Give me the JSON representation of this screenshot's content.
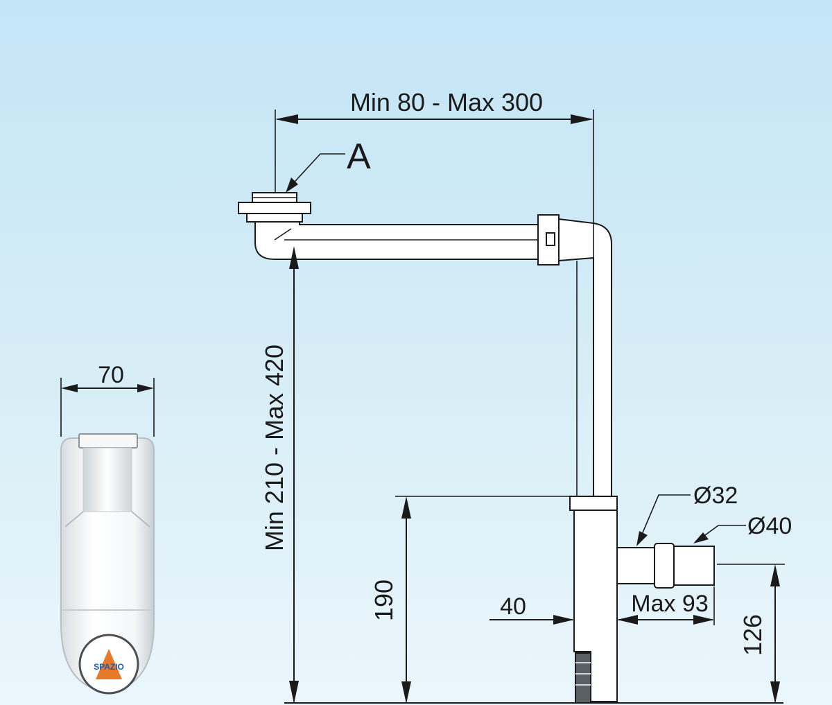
{
  "dimensions": {
    "top_width": "Min 80 - Max 300",
    "callout_a": "A",
    "height_range": "Min 210 - Max 420",
    "side_width": "70",
    "trap_height": "190",
    "offset": "40",
    "outlet_length": "Max 93",
    "diameter_small": "Ø32",
    "diameter_large": "Ø40",
    "outlet_height": "126"
  },
  "logo": {
    "text": "SPAZIO"
  },
  "colors": {
    "background_top": "#c3e5f6",
    "background_bottom": "#eaf6fb",
    "line": "#1a1a1a",
    "logo_orange": "#e8792a",
    "logo_blue": "#1f5fa8"
  }
}
